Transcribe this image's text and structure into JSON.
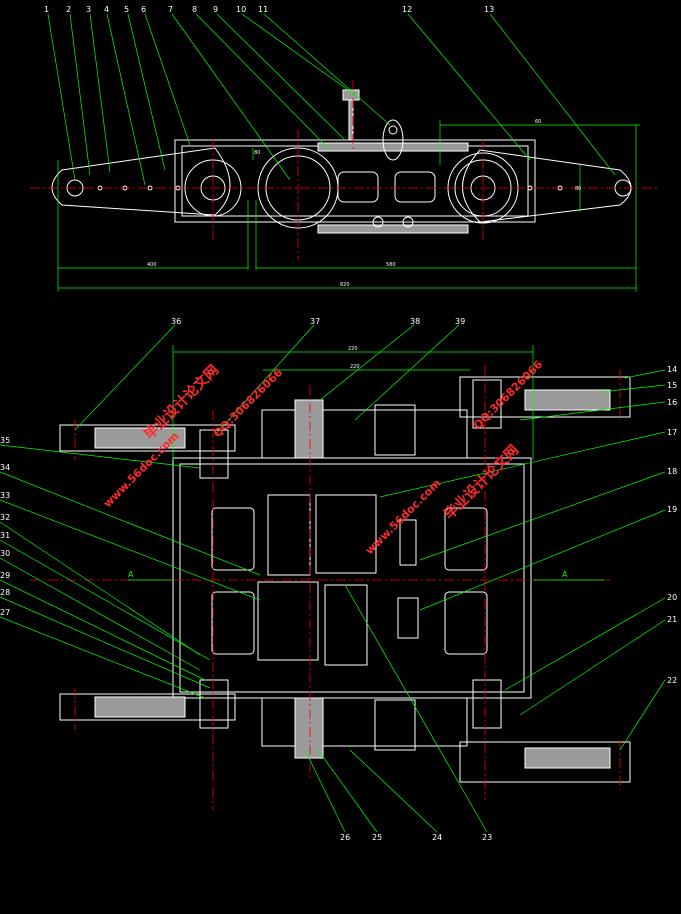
{
  "drawing": {
    "colors": {
      "background": "#000000",
      "outline": "#ffffff",
      "centerline": "#ff0000",
      "leader": "#00ff00",
      "dimension": "#00ff00",
      "hidden": "#ffff00",
      "fill_gray": "#9a9a9a",
      "watermark": "#ff2a2a"
    },
    "top_view": {
      "balloons": [
        "1",
        "2",
        "3",
        "4",
        "5",
        "6",
        "7",
        "8",
        "9",
        "10",
        "11",
        "12",
        "13"
      ],
      "dims": [
        "400",
        "580",
        "820",
        "60",
        "80",
        "80"
      ]
    },
    "plan_view": {
      "balloons": [
        "36",
        "37",
        "38",
        "39",
        "14",
        "15",
        "16",
        "17",
        "18",
        "19",
        "20",
        "21",
        "22",
        "35",
        "34",
        "33",
        "32",
        "31",
        "30",
        "29",
        "28",
        "27",
        "26",
        "25",
        "24",
        "23"
      ],
      "dims": [
        "220",
        "220"
      ],
      "section_left": "A",
      "section_right": "A"
    },
    "watermarks": [
      {
        "text": "毕业设计论文网",
        "rot": "-45"
      },
      {
        "text": "www.56doc.com",
        "rot": "-45"
      },
      {
        "text": "QQ:306826066",
        "rot": "-45"
      },
      {
        "text": "毕业设计论文网",
        "rot": "-45"
      },
      {
        "text": "www.56doc.com",
        "rot": "-45"
      },
      {
        "text": "QQ:306826066",
        "rot": "-45"
      }
    ]
  }
}
